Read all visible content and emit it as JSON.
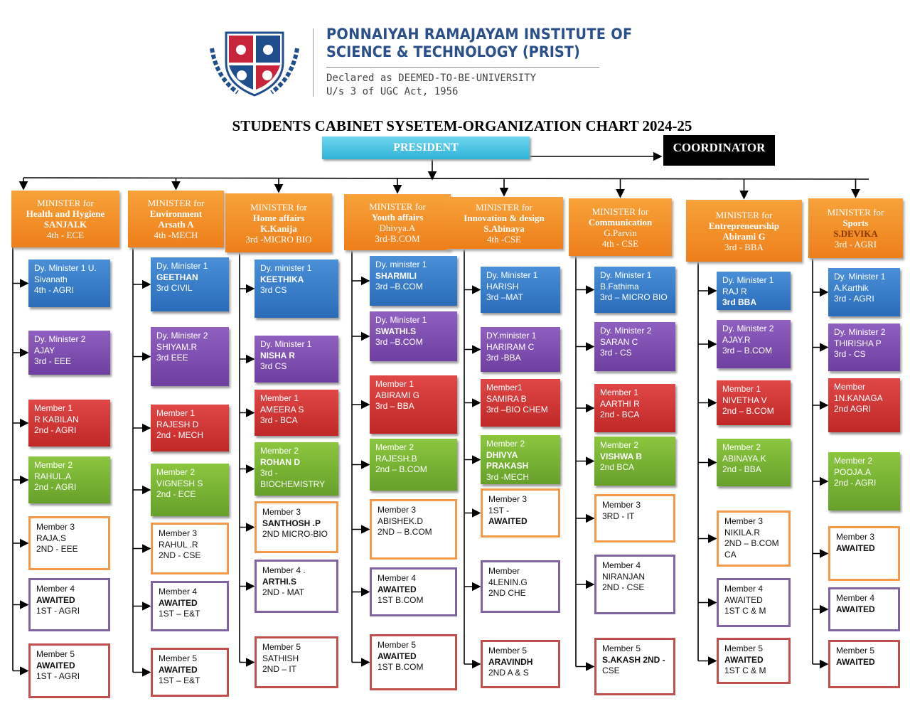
{
  "header": {
    "institute_line1": "PONNAIYAH RAMAJAYAM INSTITUTE OF",
    "institute_line2": "SCIENCE & TECHNOLOGY (PRIST)",
    "declared_line1": "Declared as DEEMED-TO-BE-UNIVERSITY",
    "declared_line2": "U/s 3 of UGC Act, 1956",
    "logo_icon": "prist-shield-logo"
  },
  "title": "STUDENTS CABINET SYSETEM-ORGANIZATION CHART 2024-25",
  "president_label": "PRESIDENT",
  "coordinator_label": "COORDINATOR",
  "colors": {
    "minister": "#ee7f1b",
    "blue": "#2a6cb8",
    "purple": "#6e3fa0",
    "red": "#c02828",
    "green": "#66a02a",
    "president": "#2fb2d6"
  },
  "departments": [
    {
      "minister": [
        {
          "t": "MINISTER for"
        },
        {
          "t": "Health and Hygiene",
          "b": true
        },
        {
          "t": "SANJAI.K",
          "b": true
        },
        {
          "t": "4th - ECE"
        }
      ],
      "members": [
        [
          {
            "t": "Dy. Minister 1 U."
          },
          {
            "t": "Sivanath"
          },
          {
            "t": "4th - AGRI"
          }
        ],
        [
          {
            "t": "Dy. Minister 2"
          },
          {
            "t": "AJAY"
          },
          {
            "t": "3rd - EEE"
          }
        ],
        [
          {
            "t": "Member 1"
          },
          {
            "t": "R KABILAN"
          },
          {
            "t": "2nd - AGRI"
          }
        ],
        [
          {
            "t": "Member 2"
          },
          {
            "t": "RAHUL.A"
          },
          {
            "t": "2nd - AGRI"
          }
        ],
        [
          {
            "t": "Member 3"
          },
          {
            "t": "RAJA.S"
          },
          {
            "t": "2ND - EEE"
          }
        ],
        [
          {
            "t": "Member 4"
          },
          {
            "t": "AWAITED",
            "b": true
          },
          {
            "t": "1ST - AGRI"
          }
        ],
        [
          {
            "t": "Member 5"
          },
          {
            "t": "AWAITED",
            "b": true
          },
          {
            "t": "1ST - AGRI"
          }
        ]
      ]
    },
    {
      "minister": [
        {
          "t": "MINISTER for"
        },
        {
          "t": "Environment",
          "b": true
        },
        {
          "t": "Arsath A",
          "b": true
        },
        {
          "t": "4th -MECH"
        }
      ],
      "members": [
        [
          {
            "t": "Dy. Minister 1"
          },
          {
            "t": "GEETHAN",
            "b": true
          },
          {
            "t": "3rd CIVIL"
          }
        ],
        [
          {
            "t": "Dy. Minister 2"
          },
          {
            "t": "SHIYAM.R"
          },
          {
            "t": "3rd EEE"
          }
        ],
        [
          {
            "t": "Member 1"
          },
          {
            "t": "RAJESH  D"
          },
          {
            "t": "2nd - MECH"
          }
        ],
        [
          {
            "t": "Member 2"
          },
          {
            "t": "VIGNESH S"
          },
          {
            "t": "2nd - ECE"
          }
        ],
        [
          {
            "t": "Member 3"
          },
          {
            "t": "RAHUL .R"
          },
          {
            "t": "2ND - CSE"
          }
        ],
        [
          {
            "t": "Member 4"
          },
          {
            "t": "AWAITED",
            "b": true
          },
          {
            "t": "1ST – E&T"
          }
        ],
        [
          {
            "t": "Member 5"
          },
          {
            "t": "AWAITED",
            "b": true
          },
          {
            "t": "1ST – E&T"
          }
        ]
      ]
    },
    {
      "minister": [
        {
          "t": "MINISTER for"
        },
        {
          "t": "Home affairs",
          "b": true
        },
        {
          "t": "K.Kanija",
          "b": true
        },
        {
          "t": "3rd -MICRO BIO"
        }
      ],
      "members": [
        [
          {
            "t": "Dy. minister 1"
          },
          {
            "t": " "
          },
          {
            "t": "KEETHIKA",
            "b": true
          },
          {
            "t": "3rd CS"
          }
        ],
        [
          {
            "t": "Dy. Minister 1"
          },
          {
            "t": "NISHA R",
            "b": true
          },
          {
            "t": "3rd CS"
          }
        ],
        [
          {
            "t": "Member 1"
          },
          {
            "t": "AMEERA S"
          },
          {
            "t": "3rd   - BCA"
          }
        ],
        [
          {
            "t": "Member 2"
          },
          {
            "t": "ROHAN D",
            "b": true
          },
          {
            "t": "3rd -"
          },
          {
            "t": "BIOCHEMISTRY"
          }
        ],
        [
          {
            "t": "Member 3"
          },
          {
            "t": "SANTHOSH .P",
            "b": true
          },
          {
            "t": "2ND  MICRO-BIO"
          }
        ],
        [
          {
            "t": "Member 4  ."
          },
          {
            "t": "ARTHI.S",
            "b": true
          },
          {
            "t": "2ND - MAT"
          }
        ],
        [
          {
            "t": "Member 5"
          },
          {
            "t": "SATHISH"
          },
          {
            "t": "2ND – IT"
          }
        ]
      ]
    },
    {
      "minister": [
        {
          "t": "MINISTER for"
        },
        {
          "t": "Youth affairs",
          "b": true
        },
        {
          "t": "Dhivya.A"
        },
        {
          "t": "3rd-B.COM"
        }
      ],
      "members": [
        [
          {
            "t": "Dy. minister 1"
          },
          {
            "t": "SHARMILI",
            "b": true
          },
          {
            "t": "3rd –B.COM"
          }
        ],
        [
          {
            "t": "Dy. Minister 1"
          },
          {
            "t": "SWATHI.S",
            "b": true
          },
          {
            "t": "3rd –B.COM"
          }
        ],
        [
          {
            "t": "Member 1"
          },
          {
            "t": "ABIRAMI G"
          },
          {
            "t": "3rd – BBA"
          }
        ],
        [
          {
            "t": "Member 2"
          },
          {
            "t": "RAJESH.B"
          },
          {
            "t": "2nd – B.COM"
          }
        ],
        [
          {
            "t": "Member 3"
          },
          {
            "t": "ABISHEK.D"
          },
          {
            "t": "2ND – B.COM"
          }
        ],
        [
          {
            "t": "Member 4"
          },
          {
            "t": "AWAITED",
            "b": true
          },
          {
            "t": "1ST B.COM"
          }
        ],
        [
          {
            "t": "Member 5"
          },
          {
            "t": "AWAITED",
            "b": true
          },
          {
            "t": "1ST B.COM"
          }
        ]
      ]
    },
    {
      "minister": [
        {
          "t": "MINISTER for"
        },
        {
          "t": "Innovation & design",
          "b": true
        },
        {
          "t": "S.Abinaya",
          "b": true
        },
        {
          "t": "4th -CSE"
        }
      ],
      "members": [
        [
          {
            "t": "Dy. Minister 1"
          },
          {
            "t": "HARISH"
          },
          {
            "t": "3rd –MAT"
          }
        ],
        [
          {
            "t": "DY.minister 1"
          },
          {
            "t": "HARIRAM C"
          },
          {
            "t": "3rd -BBA"
          }
        ],
        [
          {
            "t": "Member1"
          },
          {
            "t": "SAMIRA B"
          },
          {
            "t": "3rd –BIO CHEM"
          }
        ],
        [
          {
            "t": "Member 2"
          },
          {
            "t": "DHIVYA",
            "b": true
          },
          {
            "t": "PRAKASH",
            "b": true
          },
          {
            "t": "3rd -MECH"
          }
        ],
        [
          {
            "t": "Member 3"
          },
          {
            "t": "1ST  -"
          },
          {
            "t": "AWAITED",
            "b": true
          }
        ],
        [
          {
            "t": "Member"
          },
          {
            "t": "4LENIN.G"
          },
          {
            "t": "2ND CHE"
          }
        ],
        [
          {
            "t": "Member 5"
          },
          {
            "t": "ARAVINDH",
            "b": true
          },
          {
            "t": "2ND A & S"
          }
        ]
      ]
    },
    {
      "minister": [
        {
          "t": "MINISTER for"
        },
        {
          "t": "Communication",
          "b": true
        },
        {
          "t": "G.Parvin"
        },
        {
          "t": "4th - CSE"
        }
      ],
      "members": [
        [
          {
            "t": "Dy. Minister 1"
          },
          {
            "t": "B.Fathima"
          },
          {
            "t": "3rd – MICRO BIO"
          }
        ],
        [
          {
            "t": "Dy. Minister 2"
          },
          {
            "t": "SARAN C"
          },
          {
            "t": "3rd - CS"
          }
        ],
        [
          {
            "t": "Member 1"
          },
          {
            "t": "AARTHI R"
          },
          {
            "t": "2nd - BCA"
          }
        ],
        [
          {
            "t": "Member 2"
          },
          {
            "t": "VISHWA B",
            "b": true
          },
          {
            "t": "2nd BCA"
          }
        ],
        [
          {
            "t": "Member 3"
          },
          {
            "t": "3RD - IT"
          }
        ],
        [
          {
            "t": "Member 4"
          },
          {
            "t": "NIRANJAN"
          },
          {
            "t": "2ND - CSE"
          }
        ],
        [
          {
            "t": "Member 5"
          },
          {
            "t": "S.AKASH 2ND  -",
            "b": true
          },
          {
            "t": "CSE"
          }
        ]
      ]
    },
    {
      "minister": [
        {
          "t": "MINISTER for"
        },
        {
          "t": "Entrepreneurship",
          "b": true
        },
        {
          "t": "Abirami G",
          "b": true
        },
        {
          "t": "3rd - BBA"
        }
      ],
      "members": [
        [
          {
            "t": "Dy. Minister 1"
          },
          {
            "t": "RAJ R"
          },
          {
            "t": "3rd BBA",
            "b": true
          }
        ],
        [
          {
            "t": "Dy. Minister 2"
          },
          {
            "t": "AJAY.R"
          },
          {
            "t": "3rd – B.COM"
          }
        ],
        [
          {
            "t": "Member 1"
          },
          {
            "t": "NIVETHA V"
          },
          {
            "t": "2nd – B.COM"
          }
        ],
        [
          {
            "t": "Member 2"
          },
          {
            "t": "ABINAYA.K"
          },
          {
            "t": "2nd  -  BBA"
          }
        ],
        [
          {
            "t": "Member 3"
          },
          {
            "t": "NIKILA.R"
          },
          {
            "t": "2ND – B.COM"
          },
          {
            "t": "CA"
          }
        ],
        [
          {
            "t": "Member 4"
          },
          {
            "t": "AWAITED"
          },
          {
            "t": "1ST  C & M"
          }
        ],
        [
          {
            "t": "Member 5"
          },
          {
            "t": "AWAITED",
            "b": true
          },
          {
            "t": "1ST  C & M"
          }
        ]
      ]
    },
    {
      "minister": [
        {
          "t": "MINISTER for"
        },
        {
          "t": "Sports",
          "b": true
        },
        {
          "t": "S.DEVIKA",
          "b": true,
          "dark": true
        },
        {
          "t": "3rd - AGRI"
        }
      ],
      "members": [
        [
          {
            "t": "Dy. Minister 1"
          },
          {
            "t": "A.Karthik"
          },
          {
            "t": "3rd - AGRI"
          }
        ],
        [
          {
            "t": "Dy. Minister 2"
          },
          {
            "t": "THIRISHA P"
          },
          {
            "t": "3rd - CS"
          }
        ],
        [
          {
            "t": "Member"
          },
          {
            "t": "1N.KANAGA"
          },
          {
            "t": "2nd AGRI"
          }
        ],
        [
          {
            "t": "Member 2"
          },
          {
            "t": "POOJA.A"
          },
          {
            "t": "2nd - AGRI"
          }
        ],
        [
          {
            "t": "Member 3"
          },
          {
            "t": "AWAITED",
            "b": true
          }
        ],
        [
          {
            "t": "Member 4"
          },
          {
            "t": "AWAITED",
            "b": true
          }
        ],
        [
          {
            "t": "Member 5"
          },
          {
            "t": "AWAITED",
            "b": true
          }
        ]
      ]
    }
  ]
}
